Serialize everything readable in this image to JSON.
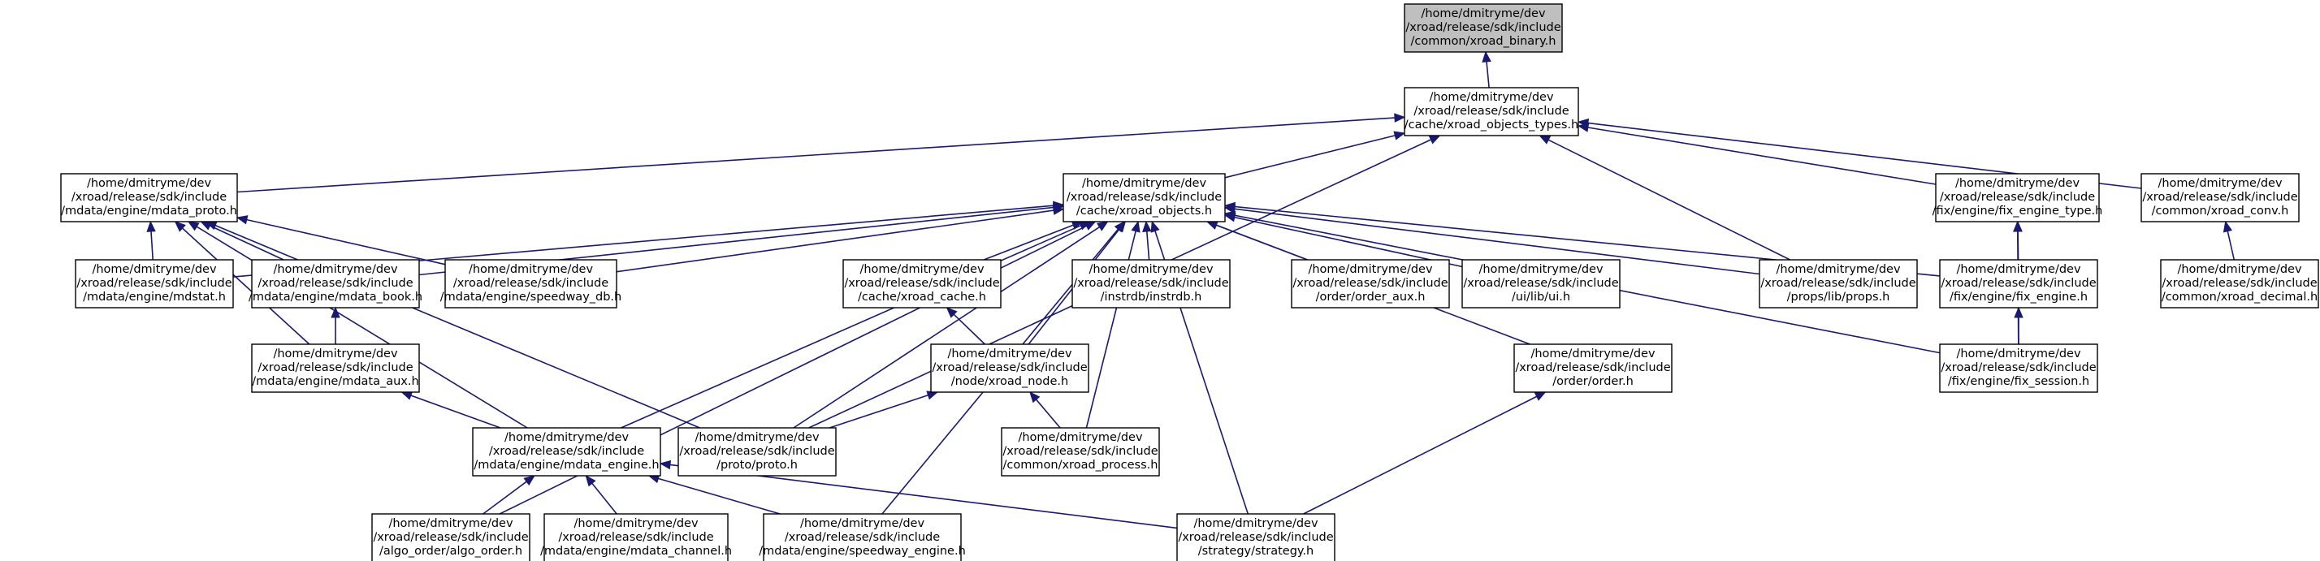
{
  "diagram": {
    "type": "include-dependency-graph",
    "edge_color": "#191970",
    "root_fill": "#bfbfbf",
    "nodes": [
      {
        "id": "xroad_binary",
        "root": true,
        "lines": [
          "/home/dmitryme/dev",
          "/xroad/release/sdk/include",
          "/common/xroad_binary.h"
        ]
      },
      {
        "id": "xroad_objects_types",
        "lines": [
          "/home/dmitryme/dev",
          "/xroad/release/sdk/include",
          "/cache/xroad_objects_types.h"
        ]
      },
      {
        "id": "mdata_proto",
        "lines": [
          "/home/dmitryme/dev",
          "/xroad/release/sdk/include",
          "/mdata/engine/mdata_proto.h"
        ]
      },
      {
        "id": "xroad_objects",
        "lines": [
          "/home/dmitryme/dev",
          "/xroad/release/sdk/include",
          "/cache/xroad_objects.h"
        ]
      },
      {
        "id": "fix_engine_type",
        "lines": [
          "/home/dmitryme/dev",
          "/xroad/release/sdk/include",
          "/fix/engine/fix_engine_type.h"
        ]
      },
      {
        "id": "xroad_conv",
        "lines": [
          "/home/dmitryme/dev",
          "/xroad/release/sdk/include",
          "/common/xroad_conv.h"
        ]
      },
      {
        "id": "mdstat",
        "lines": [
          "/home/dmitryme/dev",
          "/xroad/release/sdk/include",
          "/mdata/engine/mdstat.h"
        ]
      },
      {
        "id": "mdata_book",
        "lines": [
          "/home/dmitryme/dev",
          "/xroad/release/sdk/include",
          "/mdata/engine/mdata_book.h"
        ]
      },
      {
        "id": "speedway_db",
        "lines": [
          "/home/dmitryme/dev",
          "/xroad/release/sdk/include",
          "/mdata/engine/speedway_db.h"
        ]
      },
      {
        "id": "xroad_cache",
        "lines": [
          "/home/dmitryme/dev",
          "/xroad/release/sdk/include",
          "/cache/xroad_cache.h"
        ]
      },
      {
        "id": "instrdb",
        "lines": [
          "/home/dmitryme/dev",
          "/xroad/release/sdk/include",
          "/instrdb/instrdb.h"
        ]
      },
      {
        "id": "order_aux",
        "lines": [
          "/home/dmitryme/dev",
          "/xroad/release/sdk/include",
          "/order/order_aux.h"
        ]
      },
      {
        "id": "ui",
        "lines": [
          "/home/dmitryme/dev",
          "/xroad/release/sdk/include",
          "/ui/lib/ui.h"
        ]
      },
      {
        "id": "props",
        "lines": [
          "/home/dmitryme/dev",
          "/xroad/release/sdk/include",
          "/props/lib/props.h"
        ]
      },
      {
        "id": "fix_engine",
        "lines": [
          "/home/dmitryme/dev",
          "/xroad/release/sdk/include",
          "/fix/engine/fix_engine.h"
        ]
      },
      {
        "id": "xroad_decimal",
        "lines": [
          "/home/dmitryme/dev",
          "/xroad/release/sdk/include",
          "/common/xroad_decimal.h"
        ]
      },
      {
        "id": "mdata_aux",
        "lines": [
          "/home/dmitryme/dev",
          "/xroad/release/sdk/include",
          "/mdata/engine/mdata_aux.h"
        ]
      },
      {
        "id": "xroad_node",
        "lines": [
          "/home/dmitryme/dev",
          "/xroad/release/sdk/include",
          "/node/xroad_node.h"
        ]
      },
      {
        "id": "order",
        "lines": [
          "/home/dmitryme/dev",
          "/xroad/release/sdk/include",
          "/order/order.h"
        ]
      },
      {
        "id": "fix_session",
        "lines": [
          "/home/dmitryme/dev",
          "/xroad/release/sdk/include",
          "/fix/engine/fix_session.h"
        ]
      },
      {
        "id": "mdata_engine",
        "lines": [
          "/home/dmitryme/dev",
          "/xroad/release/sdk/include",
          "/mdata/engine/mdata_engine.h"
        ]
      },
      {
        "id": "proto",
        "lines": [
          "/home/dmitryme/dev",
          "/xroad/release/sdk/include",
          "/proto/proto.h"
        ]
      },
      {
        "id": "xroad_process",
        "lines": [
          "/home/dmitryme/dev",
          "/xroad/release/sdk/include",
          "/common/xroad_process.h"
        ]
      },
      {
        "id": "algo_order",
        "lines": [
          "/home/dmitryme/dev",
          "/xroad/release/sdk/include",
          "/algo_order/algo_order.h"
        ]
      },
      {
        "id": "mdata_channel",
        "lines": [
          "/home/dmitryme/dev",
          "/xroad/release/sdk/include",
          "/mdata/engine/mdata_channel.h"
        ]
      },
      {
        "id": "speedway_engine",
        "lines": [
          "/home/dmitryme/dev",
          "/xroad/release/sdk/include",
          "/mdata/engine/speedway_engine.h"
        ]
      },
      {
        "id": "strategy",
        "lines": [
          "/home/dmitryme/dev",
          "/xroad/release/sdk/include",
          "/strategy/strategy.h"
        ]
      }
    ],
    "edges": [
      [
        "xroad_objects_types",
        "xroad_binary"
      ],
      [
        "mdata_proto",
        "xroad_objects_types"
      ],
      [
        "xroad_objects",
        "xroad_objects_types"
      ],
      [
        "fix_engine_type",
        "xroad_objects_types"
      ],
      [
        "xroad_conv",
        "xroad_objects_types"
      ],
      [
        "props",
        "xroad_objects_types"
      ],
      [
        "proto",
        "xroad_objects_types"
      ],
      [
        "mdstat",
        "mdata_proto"
      ],
      [
        "mdata_book",
        "mdata_proto"
      ],
      [
        "speedway_db",
        "mdata_proto"
      ],
      [
        "mdata_aux",
        "mdata_proto"
      ],
      [
        "mdata_engine",
        "mdata_proto"
      ],
      [
        "proto",
        "mdata_proto"
      ],
      [
        "mdstat",
        "xroad_objects"
      ],
      [
        "mdata_book",
        "xroad_objects"
      ],
      [
        "speedway_db",
        "xroad_objects"
      ],
      [
        "xroad_cache",
        "xroad_objects"
      ],
      [
        "instrdb",
        "xroad_objects"
      ],
      [
        "order_aux",
        "xroad_objects"
      ],
      [
        "ui",
        "xroad_objects"
      ],
      [
        "props",
        "xroad_objects"
      ],
      [
        "fix_engine",
        "xroad_objects"
      ],
      [
        "fix_session",
        "xroad_objects"
      ],
      [
        "xroad_node",
        "xroad_objects"
      ],
      [
        "order",
        "xroad_objects"
      ],
      [
        "mdata_engine",
        "xroad_objects"
      ],
      [
        "proto",
        "xroad_objects"
      ],
      [
        "xroad_process",
        "xroad_objects"
      ],
      [
        "algo_order",
        "xroad_objects"
      ],
      [
        "speedway_engine",
        "xroad_objects"
      ],
      [
        "strategy",
        "xroad_objects"
      ],
      [
        "fix_engine",
        "fix_engine_type"
      ],
      [
        "fix_session",
        "fix_engine_type"
      ],
      [
        "xroad_decimal",
        "xroad_conv"
      ],
      [
        "mdata_aux",
        "mdata_book"
      ],
      [
        "xroad_node",
        "xroad_cache"
      ],
      [
        "fix_session",
        "fix_engine"
      ],
      [
        "mdata_engine",
        "mdata_aux"
      ],
      [
        "proto",
        "xroad_node"
      ],
      [
        "xroad_process",
        "xroad_node"
      ],
      [
        "strategy",
        "order"
      ],
      [
        "algo_order",
        "mdata_engine"
      ],
      [
        "mdata_channel",
        "mdata_engine"
      ],
      [
        "speedway_engine",
        "mdata_engine"
      ],
      [
        "strategy",
        "mdata_engine"
      ]
    ]
  }
}
